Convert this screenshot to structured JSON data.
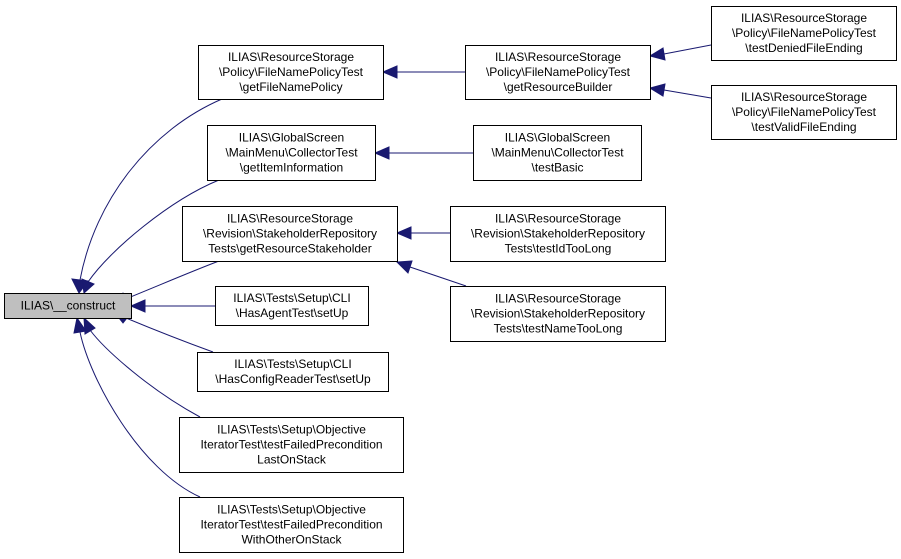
{
  "graph": {
    "edge_color": "#191970",
    "root_fill": "#bfbfbf",
    "nodes": [
      {
        "id": "n0",
        "lines": [
          "ILIAS\\__construct"
        ]
      },
      {
        "id": "n1",
        "lines": [
          "ILIAS\\ResourceStorage",
          "\\Policy\\FileNamePolicyTest",
          "\\getFileNamePolicy"
        ]
      },
      {
        "id": "n2",
        "lines": [
          "ILIAS\\ResourceStorage",
          "\\Policy\\FileNamePolicyTest",
          "\\getResourceBuilder"
        ]
      },
      {
        "id": "n3",
        "lines": [
          "ILIAS\\ResourceStorage",
          "\\Policy\\FileNamePolicyTest",
          "\\testDeniedFileEnding"
        ]
      },
      {
        "id": "n4",
        "lines": [
          "ILIAS\\ResourceStorage",
          "\\Policy\\FileNamePolicyTest",
          "\\testValidFileEnding"
        ]
      },
      {
        "id": "n5",
        "lines": [
          "ILIAS\\GlobalScreen",
          "\\MainMenu\\CollectorTest",
          "\\getItemInformation"
        ]
      },
      {
        "id": "n6",
        "lines": [
          "ILIAS\\GlobalScreen",
          "\\MainMenu\\CollectorTest",
          "\\testBasic"
        ]
      },
      {
        "id": "n7",
        "lines": [
          "ILIAS\\ResourceStorage",
          "\\Revision\\StakeholderRepository",
          "Tests\\getResourceStakeholder"
        ]
      },
      {
        "id": "n8",
        "lines": [
          "ILIAS\\ResourceStorage",
          "\\Revision\\StakeholderRepository",
          "Tests\\testIdTooLong"
        ]
      },
      {
        "id": "n9",
        "lines": [
          "ILIAS\\ResourceStorage",
          "\\Revision\\StakeholderRepository",
          "Tests\\testNameTooLong"
        ]
      },
      {
        "id": "n10",
        "lines": [
          "ILIAS\\Tests\\Setup\\CLI",
          "\\HasAgentTest\\setUp"
        ]
      },
      {
        "id": "n11",
        "lines": [
          "ILIAS\\Tests\\Setup\\CLI",
          "\\HasConfigReaderTest\\setUp"
        ]
      },
      {
        "id": "n12",
        "lines": [
          "ILIAS\\Tests\\Setup\\Objective",
          "IteratorTest\\testFailedPrecondition",
          "LastOnStack"
        ]
      },
      {
        "id": "n13",
        "lines": [
          "ILIAS\\Tests\\Setup\\Objective",
          "IteratorTest\\testFailedPrecondition",
          "WithOtherOnStack"
        ]
      }
    ],
    "edges": [
      {
        "from": "n1",
        "to": "n0"
      },
      {
        "from": "n5",
        "to": "n0"
      },
      {
        "from": "n7",
        "to": "n0"
      },
      {
        "from": "n10",
        "to": "n0"
      },
      {
        "from": "n11",
        "to": "n0"
      },
      {
        "from": "n12",
        "to": "n0"
      },
      {
        "from": "n13",
        "to": "n0"
      },
      {
        "from": "n2",
        "to": "n1"
      },
      {
        "from": "n3",
        "to": "n2"
      },
      {
        "from": "n4",
        "to": "n2"
      },
      {
        "from": "n6",
        "to": "n5"
      },
      {
        "from": "n8",
        "to": "n7"
      },
      {
        "from": "n9",
        "to": "n7"
      }
    ]
  }
}
